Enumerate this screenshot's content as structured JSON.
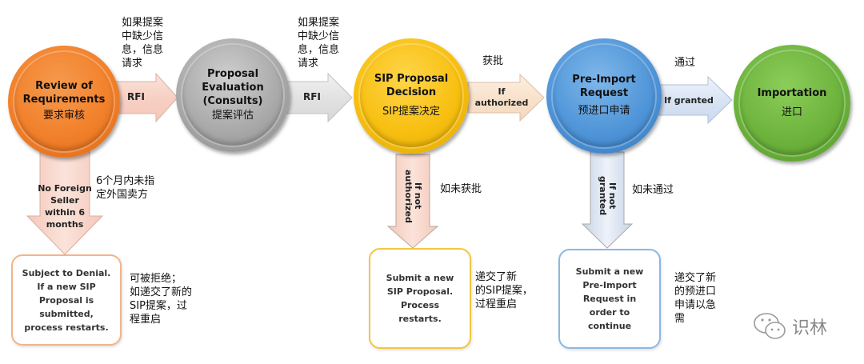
{
  "nodes": [
    {
      "id": "review",
      "title": "Review of\nRequirements",
      "title_l1": "Review of",
      "title_l2": "Requirements",
      "sub": "要求审核",
      "color": "#f2802a"
    },
    {
      "id": "evaluation",
      "title_l1": "Proposal",
      "title_l2": "Evaluation",
      "title_l3": "(Consults)",
      "sub": "提案评估",
      "color": "#a9a9a9"
    },
    {
      "id": "decision",
      "title_l1": "SIP Proposal",
      "title_l2": "Decision",
      "sub": "SIP提案决定",
      "color": "#f7bf10"
    },
    {
      "id": "preimport",
      "title_l1": "Pre-Import",
      "title_l2": "Request",
      "sub": "预进口申请",
      "color": "#4f95d8"
    },
    {
      "id": "importation",
      "title_l1": "Importation",
      "sub": "进口",
      "color": "#6cb33c"
    }
  ],
  "arrows": {
    "rfi1": {
      "label": "RFI",
      "note_l1": "如果提案",
      "note_l2": "中缺少信",
      "note_l3": "息，信息",
      "note_l4": "请求"
    },
    "rfi2": {
      "label": "RFI",
      "note_l1": "如果提案",
      "note_l2": "中缺少信",
      "note_l3": "息，信息",
      "note_l4": "请求"
    },
    "authorized": {
      "label_l1": "If",
      "label_l2": "authorized",
      "note": "获批"
    },
    "granted": {
      "label": "If granted",
      "note": "通过"
    },
    "no_seller": {
      "label_l1": "No Foreign",
      "label_l2": "Seller",
      "label_l3": "within 6",
      "label_l4": "months",
      "note_l1": "6个月内未指",
      "note_l2": "定外国卖方"
    },
    "not_authorized": {
      "label_l1": "If not",
      "label_l2": "authorized",
      "note": "如未获批"
    },
    "not_granted": {
      "label_l1": "If not",
      "label_l2": "granted",
      "note": "如未通过"
    }
  },
  "outcomes": {
    "denial": {
      "l1": "Subject to Denial.",
      "l2": "If a new SIP",
      "l3": "Proposal is",
      "l4": "submitted,",
      "l5": "process restarts.",
      "note_l1": "可被拒绝；",
      "note_l2": "如递交了新的",
      "note_l3": "SIP提案，过",
      "note_l4": "程重启",
      "border": "#f3b48a"
    },
    "new_sip": {
      "l1": "Submit a new",
      "l2": "SIP Proposal.",
      "l3": "Process",
      "l4": "restarts.",
      "note_l1": "递交了新",
      "note_l2": "的SIP提案，",
      "note_l3": "过程重启",
      "border": "#f5c542"
    },
    "new_preimport": {
      "l1": "Submit a new",
      "l2": "Pre-Import",
      "l3": "Request in",
      "l4": "order to",
      "l5": "continue",
      "note_l1": "递交了新",
      "note_l2": "的预进口",
      "note_l3": "申请以急",
      "note_l4": "需",
      "border": "#8ab8e4"
    }
  },
  "watermark": {
    "icon": "wechat-icon",
    "text": "识林"
  }
}
